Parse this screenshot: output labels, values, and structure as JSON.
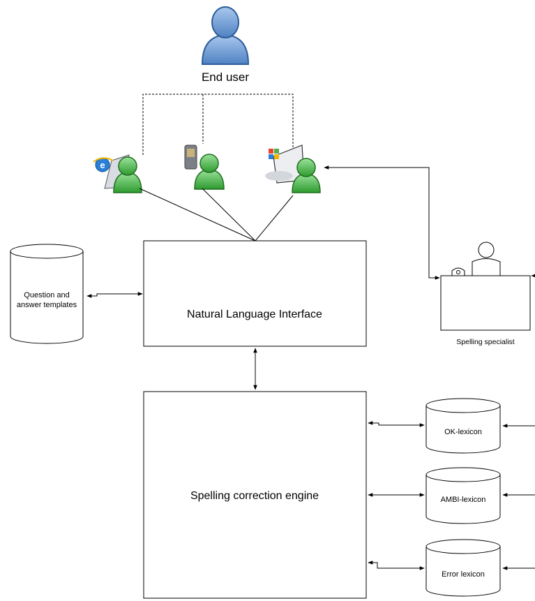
{
  "actors": {
    "end_user": {
      "label": "End user"
    },
    "spelling_specialist": {
      "label": "Spelling specialist"
    }
  },
  "boxes": {
    "nli": {
      "label": "Natural Language Interface"
    },
    "engine": {
      "label": "Spelling correction engine"
    }
  },
  "databases": {
    "templates": {
      "label_line1": "Question and",
      "label_line2": "answer templates"
    },
    "ok_lexicon": {
      "label": "OK-lexicon"
    },
    "ambi_lexicon": {
      "label": "AMBI-lexicon"
    },
    "error_lexicon": {
      "label": "Error lexicon"
    }
  },
  "devices": [
    {
      "name": "web-browser-client",
      "icon": "internet-explorer-icon"
    },
    {
      "name": "mobile-phone-client",
      "icon": "mobile-phone-icon"
    },
    {
      "name": "desktop-computer-client",
      "icon": "windows-desktop-icon"
    }
  ],
  "colors": {
    "end_user_fill": "#6e9fd6",
    "client_user_fill": "#4caf4c",
    "stroke": "#000000"
  }
}
